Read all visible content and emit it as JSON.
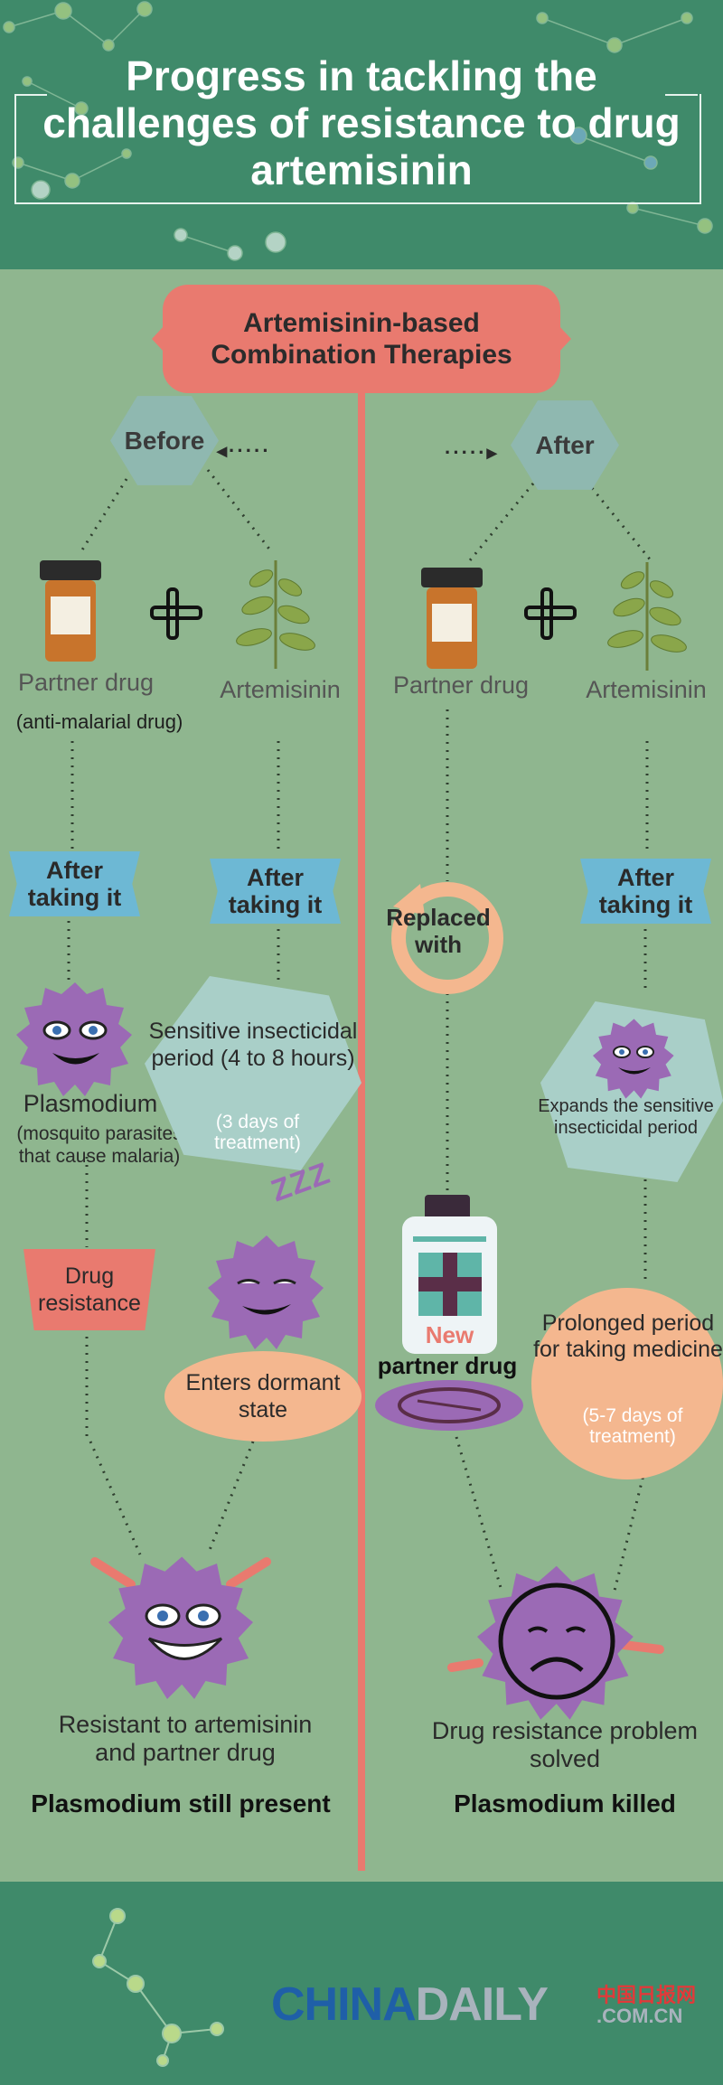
{
  "title": "Progress in tackling the challenges of resistance to drug artemisinin",
  "banner": "Artemisinin-based Combination Therapies",
  "left": {
    "stage": "Before",
    "partner_label": "Partner drug",
    "partner_note": "(anti-malarial drug)",
    "artemisinin_label": "Artemisinin",
    "after1": "After taking it",
    "after2": "After taking it",
    "plasmodium": "Plasmodium",
    "plasmodium_note": "(mosquito parasites that cause malaria)",
    "sensitive": "Sensitive insecticidal period (4 to 8 hours)",
    "sensitive_note": "(3 days of treatment)",
    "zzz": "Z Z Z",
    "drug_resistance": "Drug resistance",
    "dormant": "Enters dormant state",
    "resistant": "Resistant to artemisinin and partner drug",
    "result": "Plasmodium still present"
  },
  "right": {
    "stage": "After",
    "partner_label": "Partner drug",
    "artemisinin_label": "Artemisinin",
    "replaced": "Replaced with",
    "after": "After taking it",
    "expands": "Expands the sensitive insecticidal period",
    "new": "New",
    "new_partner": "partner drug",
    "prolonged": "Prolonged period for taking medicine",
    "prolonged_note": "(5-7 days of treatment)",
    "solved": "Drug resistance problem solved",
    "result": "Plasmodium killed"
  },
  "logo": {
    "china": "CHINA",
    "daily": "DAILY",
    "cn": "中国日报网",
    "dotcom": ".COM.CN"
  },
  "colors": {
    "header": "#3f8a6a",
    "bg": "#8fb68f",
    "coral": "#e97a6f",
    "blue": "#6db8d4",
    "purple": "#9b6ab5",
    "peach": "#f4b78f",
    "hex_gray": "#8fb8b0"
  }
}
